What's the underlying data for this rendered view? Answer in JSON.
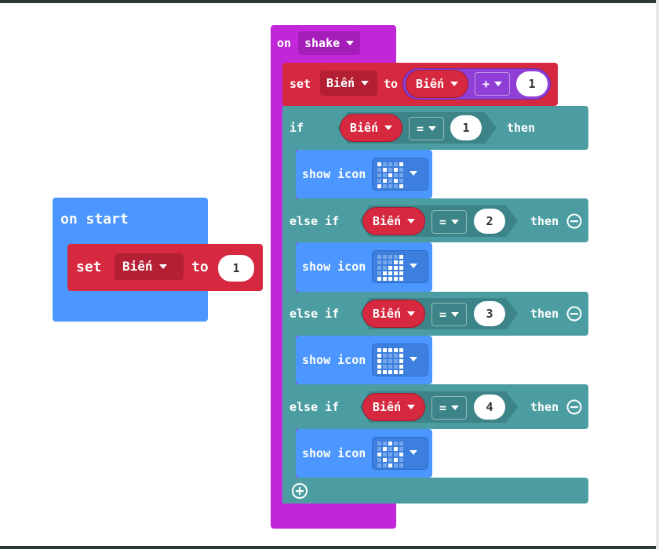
{
  "on_start": {
    "title": "on start",
    "set_label": "set",
    "variable": "Biến",
    "to_label": "to",
    "value": "1"
  },
  "on_shake": {
    "on_label": "on",
    "event": "shake",
    "set_block": {
      "set_label": "set",
      "variable": "Biến",
      "to_label": "to",
      "operand_variable": "Biến",
      "operator": "+",
      "value": "1"
    },
    "conditions": [
      {
        "keyword": "if",
        "variable": "Biến",
        "operator": "=",
        "value": "1",
        "then_label": "then",
        "action_label": "show icon"
      },
      {
        "keyword": "else if",
        "variable": "Biến",
        "operator": "=",
        "value": "2",
        "then_label": "then",
        "action_label": "show icon"
      },
      {
        "keyword": "else if",
        "variable": "Biến",
        "operator": "=",
        "value": "3",
        "then_label": "then",
        "action_label": "show icon"
      },
      {
        "keyword": "else if",
        "variable": "Biến",
        "operator": "=",
        "value": "4",
        "then_label": "then",
        "action_label": "show icon"
      }
    ]
  },
  "colors": {
    "basic_blue": "#4c97ff",
    "variables_red": "#d6283f",
    "input_purple": "#c127d8",
    "logic_teal": "#4b9da1",
    "math_violet": "#8f3fd6"
  }
}
